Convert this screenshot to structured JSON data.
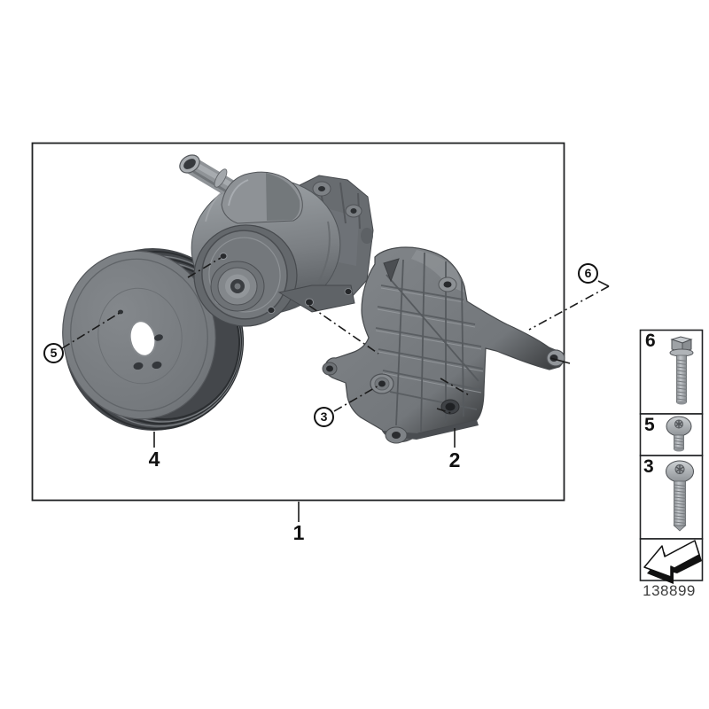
{
  "callouts": {
    "c1": "1",
    "c2": "2",
    "c3": "3",
    "c4": "4",
    "c5": "5",
    "c6": "6"
  },
  "legend": {
    "items": [
      {
        "label": "6",
        "part": "hex-flange-bolt"
      },
      {
        "label": "5",
        "part": "torx-pan-head-screw-short"
      },
      {
        "label": "3",
        "part": "torx-pan-head-screw-long"
      }
    ],
    "footer_icon": "direction-arrow"
  },
  "drawing": {
    "number": "138899"
  },
  "colors": {
    "line": "#1c1c1c",
    "metal_light": "#b9bdc1",
    "metal_mid": "#7c8084",
    "metal_dark": "#45484c",
    "background": "#ffffff"
  }
}
